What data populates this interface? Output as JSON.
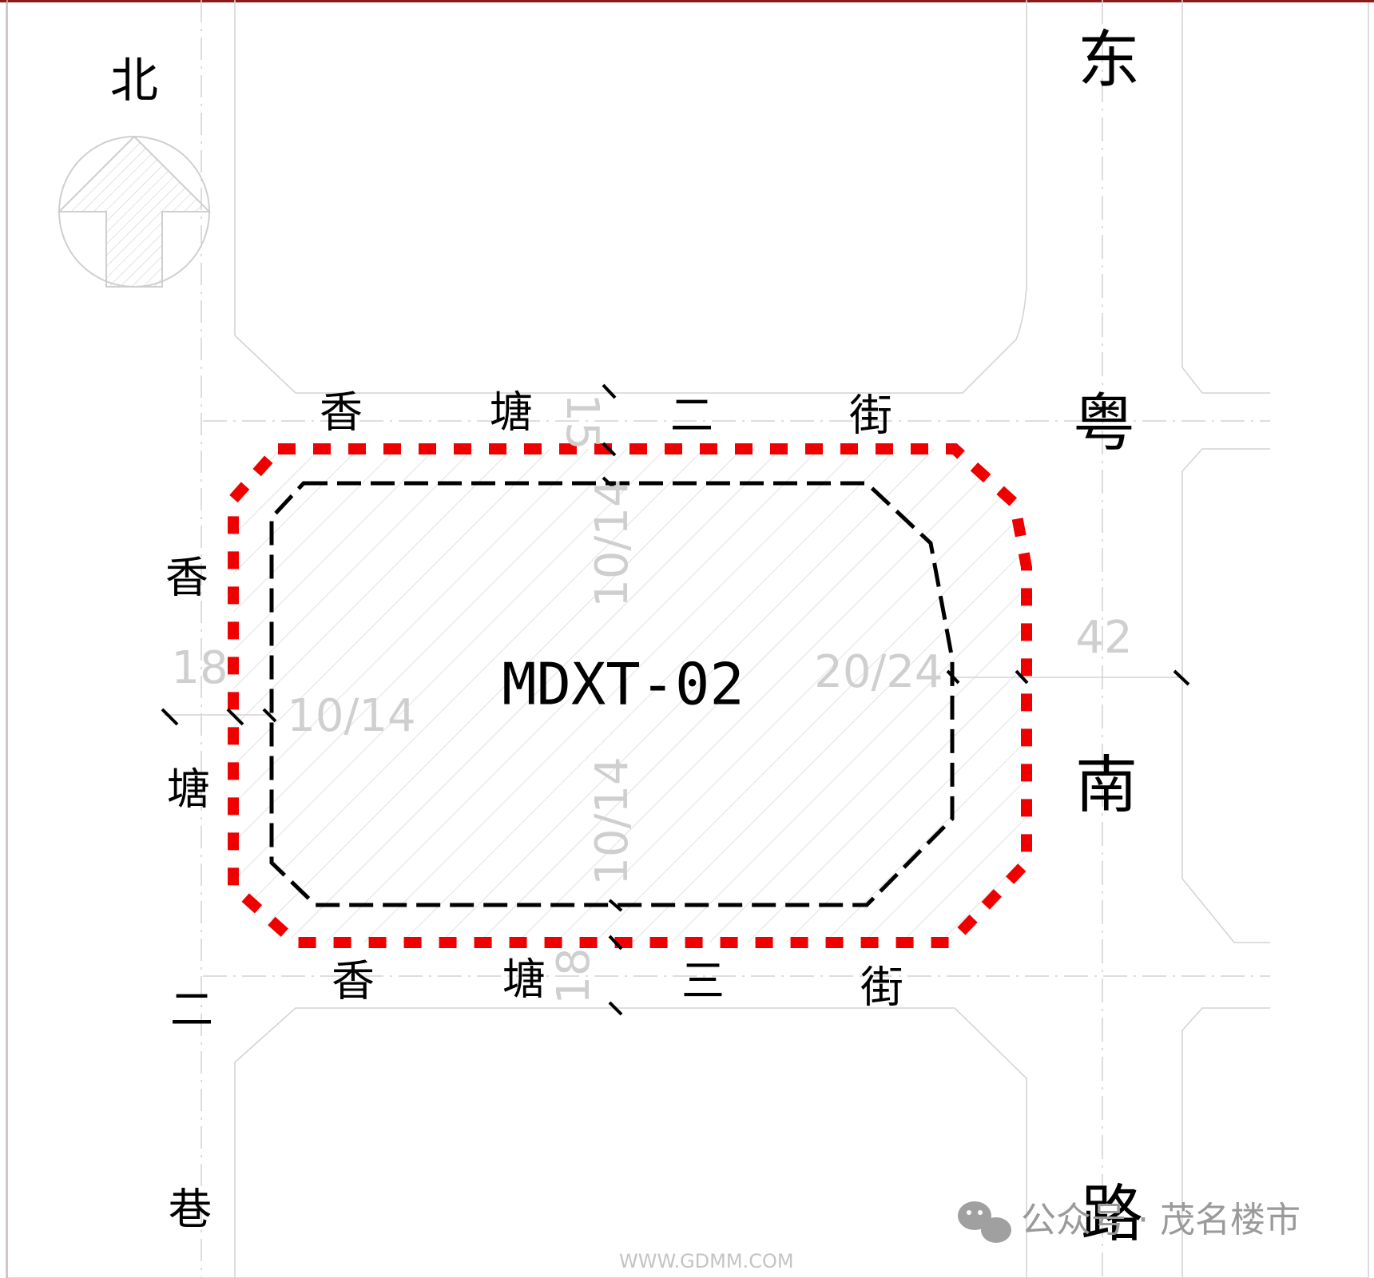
{
  "north": {
    "label": "北"
  },
  "roads": {
    "east": {
      "chars": [
        "东",
        "粤",
        "南",
        "路"
      ]
    },
    "north": {
      "chars": [
        "香",
        "塘",
        "二",
        "街"
      ]
    },
    "south": {
      "chars": [
        "香",
        "塘",
        "三",
        "街"
      ]
    },
    "west": {
      "chars": [
        "香",
        "塘",
        "二",
        "巷"
      ]
    }
  },
  "parcel": {
    "code": "MDXT-02"
  },
  "dimensions": {
    "north_road_width": "15",
    "north_setback": "10/14",
    "west_road_width": "18",
    "west_setback": "10/14",
    "east_road_width": "42",
    "east_setback": "20/24",
    "south_road_width": "18",
    "south_setback": "10/14"
  },
  "watermark": {
    "text": "公众号 · 茂名楼市",
    "site": "WWW.GDMM.COM"
  },
  "colors": {
    "site_boundary": "#ee0000",
    "building_line": "#000000",
    "road_edge": "#d6d6d6",
    "frame": "#8b1a1a"
  }
}
